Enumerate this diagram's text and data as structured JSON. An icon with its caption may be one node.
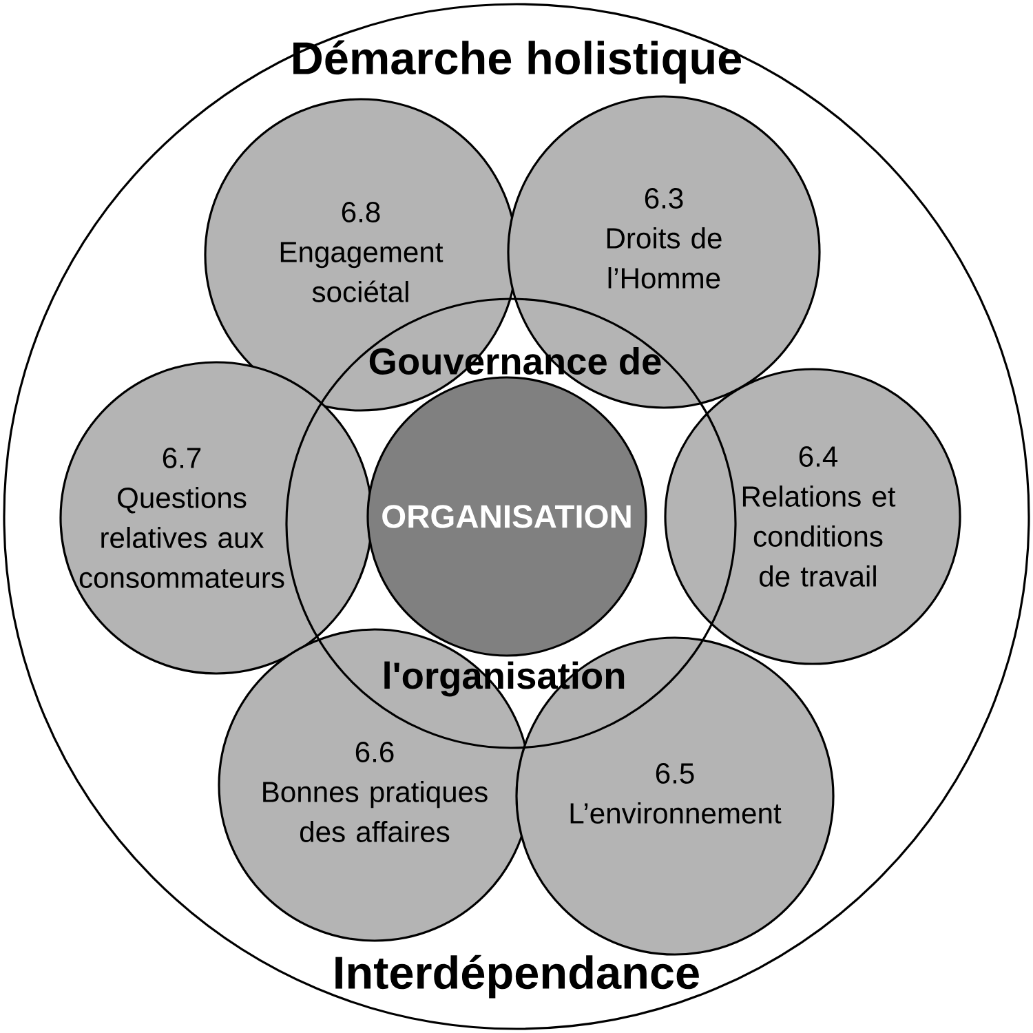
{
  "diagram": {
    "nodes": [
      {
        "text": [
          "Démarche holistique",
          "Interdépendance"
        ]
      },
      {
        "text": [
          "Gouvernance de",
          "l'organisation"
        ],
        "in": 0
      },
      {
        "text": [
          "ORGANISATION"
        ],
        "in": 1
      },
      {
        "text": [
          "6.8",
          "Engagement sociétal"
        ],
        "in": 0
      },
      {
        "text": [
          "6.3",
          "Droits de l’Homme"
        ],
        "in": 0
      },
      {
        "text": [
          "6.7",
          "Questions relatives aux consommateurs"
        ],
        "in": 0
      },
      {
        "text": [
          "6.4",
          "Relations et conditions de travail"
        ],
        "in": 0
      },
      {
        "text": [
          "6.6",
          "Bonnes pratiques des affaires"
        ],
        "in": 0
      },
      {
        "text": [
          "6.5",
          "L’environnement"
        ],
        "in": 0
      }
    ]
  }
}
